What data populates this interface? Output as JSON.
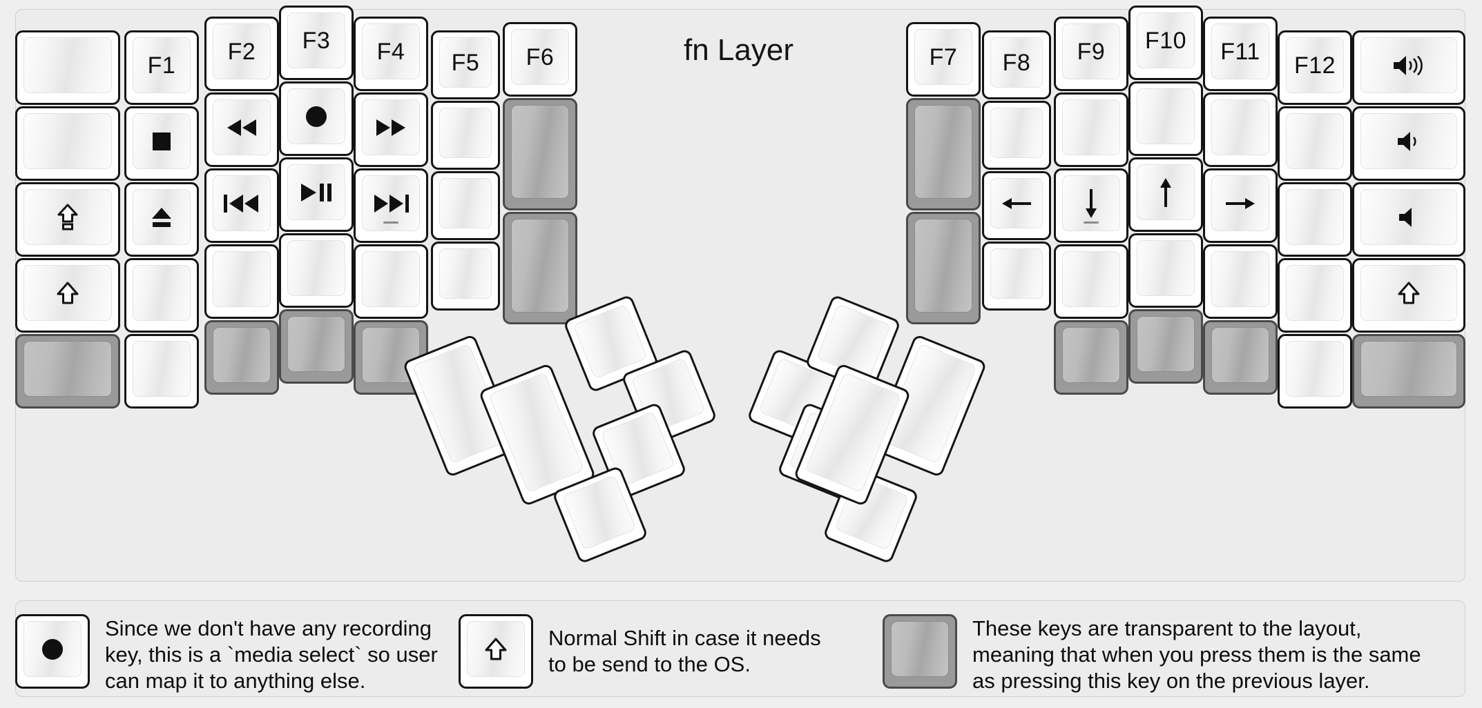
{
  "title": "fn Layer",
  "colors": {
    "background": "#efefef",
    "panel": "#ececec",
    "keycap": "#ffffff",
    "keycap_border": "#141414",
    "transparent_key": "#9a9a9a",
    "transparent_key_border": "#4a4a4a",
    "glyph": "#101010"
  },
  "legend": [
    {
      "key_icon": "record-dot-icon",
      "key_style": "normal",
      "text": "Since we don't have any recording\nkey, this is a `media select` so user\ncan map it to anything else."
    },
    {
      "key_icon": "shift-arrow-icon",
      "key_style": "normal",
      "text": "Normal Shift in case it needs\nto be send to the OS."
    },
    {
      "key_icon": "blank-icon",
      "key_style": "transparent",
      "text": "These keys are transparent to the layout,\nmeaning that when you press them is the same\nas pressing this key on the previous layer."
    }
  ],
  "left_half": {
    "columns": [
      {
        "name": "col-pinky-outer",
        "keys": [
          {
            "label": "",
            "icon": "blank-icon",
            "style": "normal"
          },
          {
            "label": "",
            "icon": "blank-icon",
            "style": "normal"
          },
          {
            "label": "",
            "icon": "capslock-icon",
            "style": "normal"
          },
          {
            "label": "",
            "icon": "shift-arrow-icon",
            "style": "normal"
          },
          {
            "label": "",
            "icon": "blank-icon",
            "style": "transparent"
          }
        ]
      },
      {
        "name": "col-pinky",
        "keys": [
          {
            "label": "F1",
            "icon": "",
            "style": "normal"
          },
          {
            "label": "",
            "icon": "media-stop-icon",
            "style": "normal"
          },
          {
            "label": "",
            "icon": "eject-icon",
            "style": "normal"
          },
          {
            "label": "",
            "icon": "blank-icon",
            "style": "normal"
          },
          {
            "label": "",
            "icon": "blank-icon",
            "style": "normal"
          }
        ]
      },
      {
        "name": "col-ring",
        "keys": [
          {
            "label": "F2",
            "icon": "",
            "style": "normal"
          },
          {
            "label": "",
            "icon": "rewind-icon",
            "style": "normal"
          },
          {
            "label": "",
            "icon": "previous-track-icon",
            "style": "normal"
          },
          {
            "label": "",
            "icon": "blank-icon",
            "style": "normal"
          },
          {
            "label": "",
            "icon": "blank-icon",
            "style": "transparent"
          }
        ]
      },
      {
        "name": "col-middle",
        "keys": [
          {
            "label": "F3",
            "icon": "",
            "style": "normal"
          },
          {
            "label": "",
            "icon": "record-dot-icon",
            "style": "normal"
          },
          {
            "label": "",
            "icon": "play-pause-icon",
            "style": "normal"
          },
          {
            "label": "",
            "icon": "blank-icon",
            "style": "normal"
          },
          {
            "label": "",
            "icon": "blank-icon",
            "style": "transparent"
          }
        ]
      },
      {
        "name": "col-index",
        "keys": [
          {
            "label": "F4",
            "icon": "",
            "style": "normal"
          },
          {
            "label": "",
            "icon": "fast-forward-icon",
            "style": "normal"
          },
          {
            "label": "",
            "icon": "next-track-icon",
            "style": "normal",
            "homing": true
          },
          {
            "label": "",
            "icon": "blank-icon",
            "style": "normal"
          },
          {
            "label": "",
            "icon": "blank-icon",
            "style": "transparent"
          }
        ]
      },
      {
        "name": "col-inner",
        "keys": [
          {
            "label": "F5",
            "icon": "",
            "style": "normal"
          },
          {
            "label": "",
            "icon": "blank-icon",
            "style": "normal"
          },
          {
            "label": "",
            "icon": "blank-icon",
            "style": "normal"
          },
          {
            "label": "",
            "icon": "blank-icon",
            "style": "normal"
          }
        ]
      },
      {
        "name": "col-extra",
        "keys": [
          {
            "label": "F6",
            "icon": "",
            "style": "normal"
          },
          {
            "label": "",
            "icon": "blank-icon",
            "style": "transparent"
          },
          {
            "label": "",
            "icon": "blank-icon",
            "style": "transparent"
          }
        ]
      }
    ],
    "thumb_cluster": [
      {
        "name": "thumb-left-big-1",
        "icon": "blank-icon",
        "style": "normal"
      },
      {
        "name": "thumb-left-big-2",
        "icon": "blank-icon",
        "style": "normal"
      },
      {
        "name": "thumb-left-small-1",
        "icon": "blank-icon",
        "style": "normal"
      },
      {
        "name": "thumb-left-small-2",
        "icon": "blank-icon",
        "style": "normal"
      },
      {
        "name": "thumb-left-small-3",
        "icon": "blank-icon",
        "style": "normal"
      },
      {
        "name": "thumb-left-small-4",
        "icon": "blank-icon",
        "style": "normal"
      }
    ]
  },
  "right_half": {
    "columns": [
      {
        "name": "col-extra",
        "keys": [
          {
            "label": "F7",
            "icon": "",
            "style": "normal"
          },
          {
            "label": "",
            "icon": "blank-icon",
            "style": "transparent"
          },
          {
            "label": "",
            "icon": "blank-icon",
            "style": "transparent"
          }
        ]
      },
      {
        "name": "col-inner",
        "keys": [
          {
            "label": "F8",
            "icon": "",
            "style": "normal"
          },
          {
            "label": "",
            "icon": "blank-icon",
            "style": "normal"
          },
          {
            "label": "",
            "icon": "arrow-left-icon",
            "style": "normal"
          },
          {
            "label": "",
            "icon": "blank-icon",
            "style": "normal"
          }
        ]
      },
      {
        "name": "col-index",
        "keys": [
          {
            "label": "F9",
            "icon": "",
            "style": "normal"
          },
          {
            "label": "",
            "icon": "blank-icon",
            "style": "normal"
          },
          {
            "label": "",
            "icon": "arrow-down-icon",
            "style": "normal",
            "homing": true
          },
          {
            "label": "",
            "icon": "blank-icon",
            "style": "normal"
          },
          {
            "label": "",
            "icon": "blank-icon",
            "style": "transparent"
          }
        ]
      },
      {
        "name": "col-middle",
        "keys": [
          {
            "label": "F10",
            "icon": "",
            "style": "normal"
          },
          {
            "label": "",
            "icon": "blank-icon",
            "style": "normal"
          },
          {
            "label": "",
            "icon": "arrow-up-icon",
            "style": "normal"
          },
          {
            "label": "",
            "icon": "blank-icon",
            "style": "normal"
          },
          {
            "label": "",
            "icon": "blank-icon",
            "style": "transparent"
          }
        ]
      },
      {
        "name": "col-ring",
        "keys": [
          {
            "label": "F11",
            "icon": "",
            "style": "normal"
          },
          {
            "label": "",
            "icon": "blank-icon",
            "style": "normal"
          },
          {
            "label": "",
            "icon": "arrow-right-icon",
            "style": "normal"
          },
          {
            "label": "",
            "icon": "blank-icon",
            "style": "normal"
          },
          {
            "label": "",
            "icon": "blank-icon",
            "style": "transparent"
          }
        ]
      },
      {
        "name": "col-pinky",
        "keys": [
          {
            "label": "F12",
            "icon": "",
            "style": "normal"
          },
          {
            "label": "",
            "icon": "blank-icon",
            "style": "normal"
          },
          {
            "label": "",
            "icon": "blank-icon",
            "style": "normal"
          },
          {
            "label": "",
            "icon": "blank-icon",
            "style": "normal"
          },
          {
            "label": "",
            "icon": "blank-icon",
            "style": "normal"
          }
        ]
      },
      {
        "name": "col-pinky-outer",
        "keys": [
          {
            "label": "",
            "icon": "volume-up-icon",
            "style": "normal"
          },
          {
            "label": "",
            "icon": "volume-down-icon",
            "style": "normal"
          },
          {
            "label": "",
            "icon": "volume-mute-icon",
            "style": "normal"
          },
          {
            "label": "",
            "icon": "shift-arrow-icon",
            "style": "normal"
          },
          {
            "label": "",
            "icon": "blank-icon",
            "style": "transparent"
          }
        ]
      }
    ],
    "thumb_cluster": [
      {
        "name": "thumb-right-small-1",
        "icon": "blank-icon",
        "style": "normal"
      },
      {
        "name": "thumb-right-small-2",
        "icon": "blank-icon",
        "style": "normal"
      },
      {
        "name": "thumb-right-small-3",
        "icon": "blank-icon",
        "style": "normal"
      },
      {
        "name": "thumb-right-small-4",
        "icon": "blank-icon",
        "style": "normal"
      },
      {
        "name": "thumb-right-big-1",
        "icon": "blank-icon",
        "style": "normal"
      },
      {
        "name": "thumb-right-big-2",
        "icon": "blank-icon",
        "style": "normal"
      }
    ]
  }
}
